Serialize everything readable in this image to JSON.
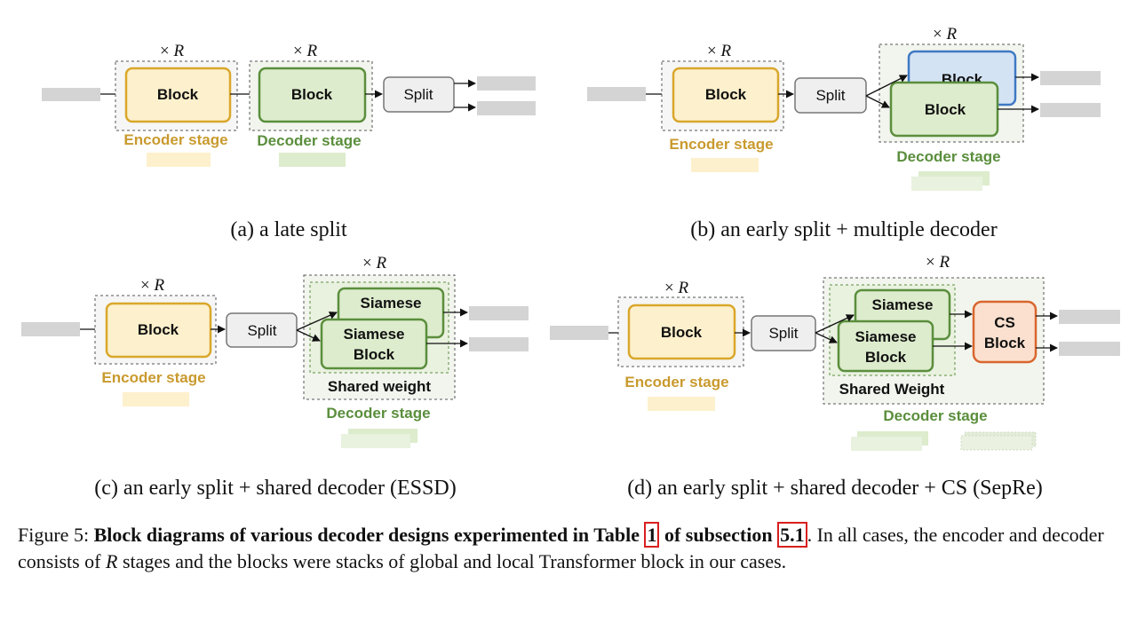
{
  "labels": {
    "block": "Block",
    "split": "Split",
    "siamese": "Siamese",
    "siamese_block": [
      "Siamese",
      "Block"
    ],
    "cs_block": [
      "CS",
      "Block"
    ],
    "encoder_stage": "Encoder stage",
    "decoder_stage": "Decoder stage",
    "shared_weight_c": "Shared weight",
    "shared_weight_d": "Shared Weight",
    "repeat_prefix": "×",
    "repeat_var": "R"
  },
  "subfigures": {
    "a": "(a) a late split",
    "b": "(b) an early split + multiple decoder",
    "c": "(c) an early split + shared decoder (ESSD)",
    "d": "(d) an early split + shared decoder + CS (SepRe)"
  },
  "caption": {
    "figure_label": "Figure 5:",
    "bold_part1": "Block diagrams of various decoder designs experimented in Table",
    "ref_table": "1",
    "bold_part2": "of subsection",
    "ref_subsection": "5.1",
    "text_part1": ". In all cases, the encoder and decoder consists of",
    "var_r": "R",
    "text_part2": "stages and the blocks were stacks of global and local Transformer block in our cases."
  },
  "colors": {
    "encoder_fill": "#fdf0cc",
    "encoder_stroke": "#d9a72b",
    "encoder_text": "#c99a2e",
    "decoder_fill": "#ddeccd",
    "decoder_stroke": "#5a8e3c",
    "decoder_text": "#5a8e3c",
    "blue_fill": "#d3e3f4",
    "blue_stroke": "#3f78c4",
    "cs_fill": "#fbe0cf",
    "cs_stroke": "#d8662e",
    "split_fill": "#efefef",
    "split_stroke": "#777777",
    "placeholder": "#d4d4d4",
    "ref_box": "#d81f1f"
  }
}
